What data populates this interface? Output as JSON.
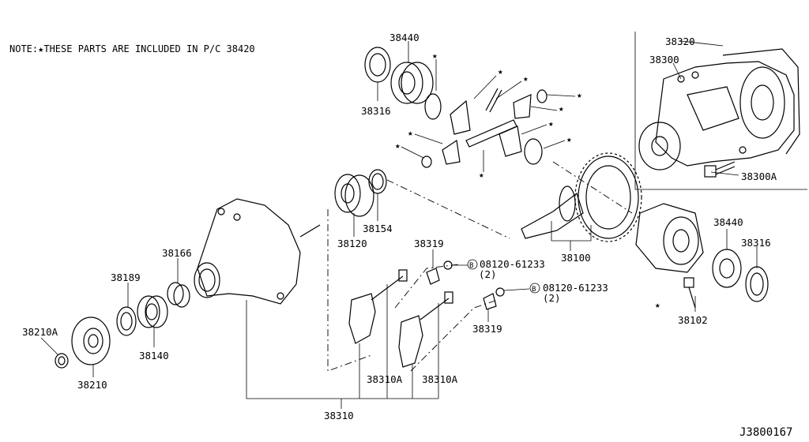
{
  "note": "NOTE:★THESE PARTS ARE INCLUDED IN P/C  38420",
  "diagram_code": "J3800167",
  "labels": {
    "p38440_top": "38440",
    "p38316_top": "38316",
    "p38320": "38320",
    "p38300": "38300",
    "p38300A": "38300A",
    "p38154": "38154",
    "p38120": "38120",
    "p38100": "38100",
    "p38440_right": "38440",
    "p38316_right": "38316",
    "p38102": "38102",
    "p38166": "38166",
    "p38189": "38189",
    "p38140": "38140",
    "p38210A": "38210A",
    "p38210": "38210",
    "p38319_a": "38319",
    "p38319_b": "38319",
    "bolt_a": "08120-61233",
    "bolt_a_qty": "(2)",
    "bolt_b": "08120-61233",
    "bolt_b_qty": "(2)",
    "p38310A_a": "38310A",
    "p38310A_b": "38310A",
    "p38310": "38310"
  },
  "bolt_symbol": "B",
  "star_symbol": "★"
}
